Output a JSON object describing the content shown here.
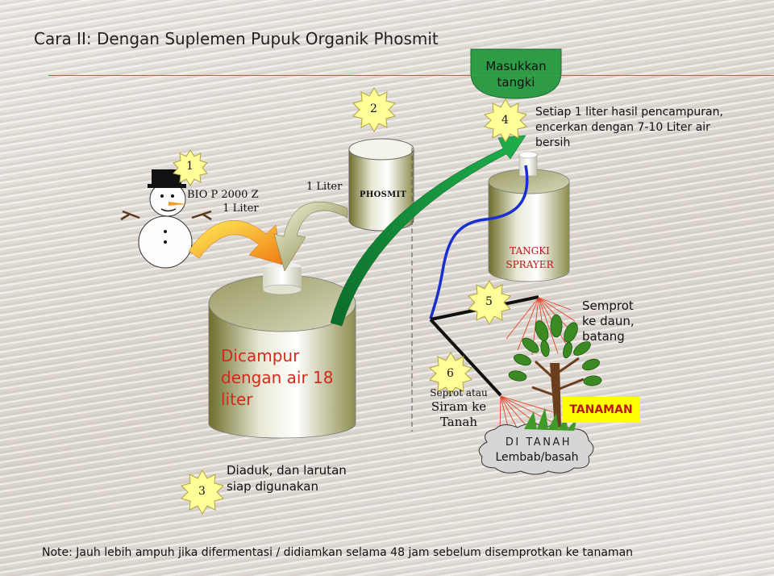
{
  "title": "Cara II:  Dengan Suplemen Pupuk Organik Phosmit",
  "masukkan": [
    "Masukkan",
    "tangki"
  ],
  "steps": [
    "1",
    "2",
    "3",
    "4",
    "5",
    "6"
  ],
  "bio_label": [
    "BIO P 2000 Z",
    "1 Liter"
  ],
  "phosmit": {
    "volume": "1 Liter",
    "label": "PHOSMIT"
  },
  "step4_note": "Setiap 1 liter hasil pencampuran, encerkan dengan 7-10 Liter air bersih",
  "tangki_sprayer": [
    "TANGKI",
    "SPRAYER"
  ],
  "dicampur": "Dicampur dengan air 18 liter",
  "diaduk": "Diaduk, dan larutan siap digunakan",
  "semprot_daun": "Semprot ke daun, batang",
  "seprot_tanah": [
    "Seprot atau",
    "Siram ke",
    "Tanah"
  ],
  "tanaman": "TANAMAN",
  "di_tanah": "DI TANAH",
  "lembab": "Lembab/basah",
  "note": "Note: Jauh lebih ampuh jika difermentasi / didiamkan selama 48 jam sebelum disemprotkan ke tanaman",
  "colors": {
    "accent_green": "#3aa04a",
    "badge_yellow": "#ffff99",
    "label_red": "#d6281c",
    "highlight_yellow": "#ffff00",
    "hose_blue": "#1a2fd0"
  }
}
